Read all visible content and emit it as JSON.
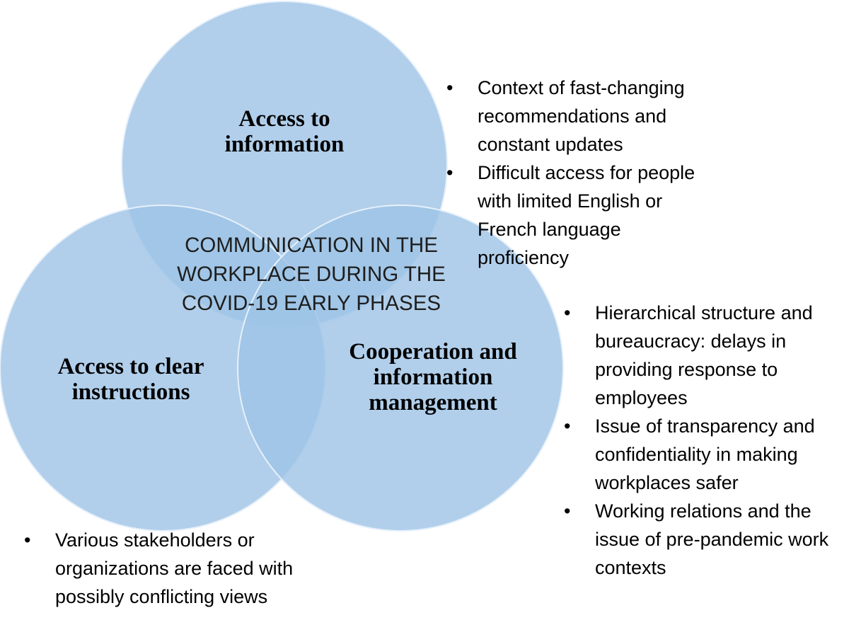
{
  "center_label": "COMMUNICATION IN THE WORKPLACE DURING THE COVID-19 EARLY PHASES",
  "colors": {
    "circle_fill": "#9dc3e6",
    "circle_stroke": "#e6f0fa",
    "text": "#000000"
  },
  "circles": {
    "top": {
      "title": "Access to information"
    },
    "left": {
      "title": "Access to clear instructions"
    },
    "right": {
      "title": "Cooperation and information management"
    }
  },
  "notes": {
    "top": [
      "Context of fast-changing recommendations and constant updates",
      "Difficult access for people with limited English or French language proficiency"
    ],
    "right": [
      "Hierarchical structure and bureaucracy: delays in providing response to employees",
      "Issue of transparency and confidentiality in making workplaces safer",
      "Working relations and the issue of pre-pandemic work contexts"
    ],
    "left": [
      "Various stakeholders or organizations are faced with possibly conflicting views"
    ]
  }
}
